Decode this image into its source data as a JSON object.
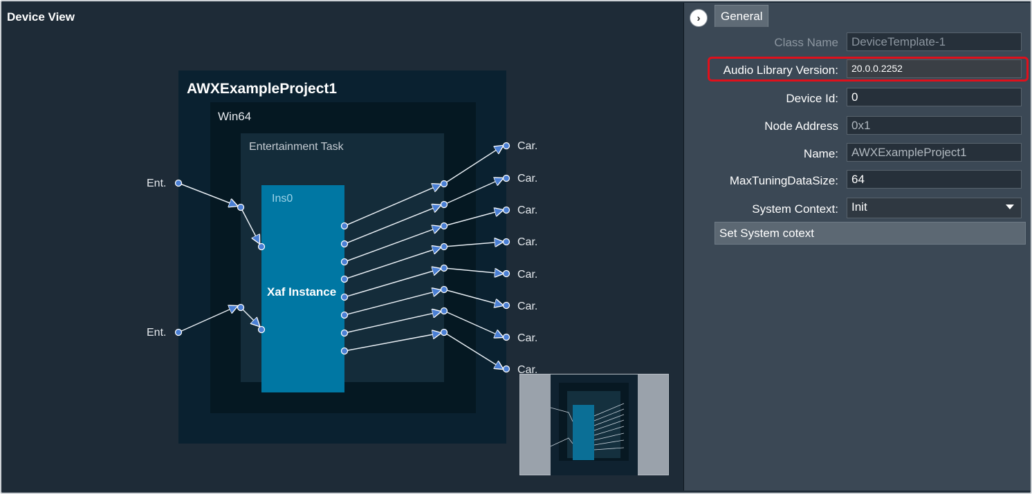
{
  "device_view": {
    "title": "Device View",
    "project": {
      "name": "AWXExampleProject1"
    },
    "platform": {
      "name": "Win64"
    },
    "task": {
      "name": "Entertainment Task"
    },
    "instance": {
      "id": "Ins0",
      "name": "Xaf Instance"
    },
    "input_pins": [
      "Ent.",
      "Ent."
    ],
    "output_pins": [
      "Car.",
      "Car.",
      "Car.",
      "Car.",
      "Car.",
      "Car.",
      "Car.",
      "Car."
    ]
  },
  "properties": {
    "tab": "General",
    "collapse_glyph": "›",
    "class_name": {
      "label": "Class Name",
      "value": "DeviceTemplate-1"
    },
    "audio_library_version": {
      "label": "Audio Library Version:",
      "value": "20.0.0.2252"
    },
    "device_id": {
      "label": "Device Id:",
      "value": "0"
    },
    "node_address": {
      "label": "Node Address",
      "value": "0x1"
    },
    "name": {
      "label": "Name:",
      "value": "AWXExampleProject1"
    },
    "max_tuning_data_size": {
      "label": "MaxTuningDataSize:",
      "value": "64"
    },
    "system_context": {
      "label": "System Context:",
      "value": "Init"
    },
    "set_system_context_button": "Set System cotext"
  },
  "colors": {
    "canvas_bg": "#1e2b37",
    "instance_blue": "#0077a3",
    "pin_blue": "#4a7fd4",
    "highlight_red": "#e0101b",
    "panel_bg": "#3b4855"
  },
  "icons": {
    "collapse": "chevron-right-icon",
    "dropdown": "chevron-down-icon"
  }
}
